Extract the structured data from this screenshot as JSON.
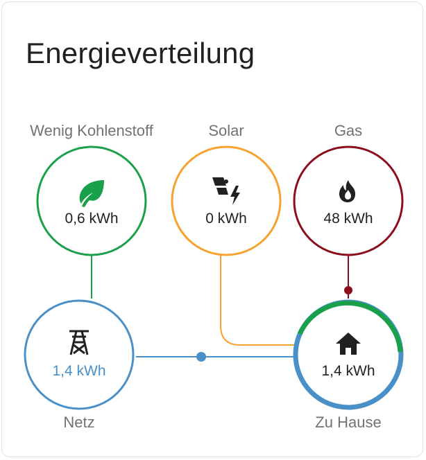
{
  "card": {
    "title": "Energieverteilung"
  },
  "colors": {
    "low_carbon": "#1aa04b",
    "solar": "#f7a12e",
    "gas": "#8c0e1d",
    "grid": "#4a90c8",
    "home_green": "#1aa04b",
    "home_blue": "#4a90c8"
  },
  "nodes": {
    "low_carbon": {
      "label": "Wenig Kohlenstoff",
      "value": "0,6 kWh",
      "icon": "leaf-icon"
    },
    "solar": {
      "label": "Solar",
      "value": "0 kWh",
      "icon": "solar-power-icon"
    },
    "gas": {
      "label": "Gas",
      "value": "48 kWh",
      "icon": "fire-icon"
    },
    "grid": {
      "label": "Netz",
      "value": "1,4 kWh",
      "icon": "transmission-tower-icon"
    },
    "home": {
      "label": "Zu Hause",
      "value": "1,4 kWh",
      "icon": "home-icon"
    }
  }
}
